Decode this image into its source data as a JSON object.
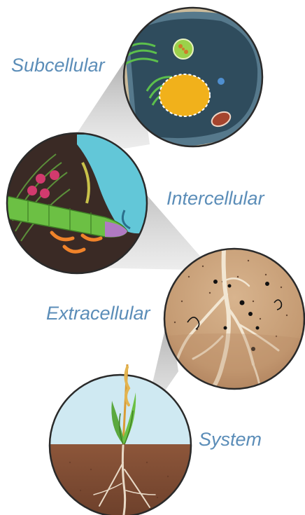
{
  "labels": {
    "subcellular": "Subcellular",
    "intercellular": "Intercellular",
    "extracellular": "Extracellular",
    "system": "System"
  },
  "colors": {
    "label": "#5b8db8",
    "cell_body": "#2e4a5a",
    "organelle_green": "#58b24a",
    "nucleus": "#f1b11b",
    "fluid_cyan": "#62c7d8",
    "tissue_dark": "#3a2a26",
    "soil_light": "#cfa681",
    "soil_dark": "#7a4a32",
    "sky": "#cfe9f2"
  }
}
